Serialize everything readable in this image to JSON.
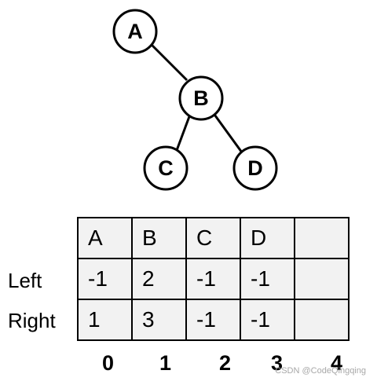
{
  "tree": {
    "nodes": [
      {
        "id": "A",
        "label": "A"
      },
      {
        "id": "B",
        "label": "B"
      },
      {
        "id": "C",
        "label": "C"
      },
      {
        "id": "D",
        "label": "D"
      }
    ],
    "edges": [
      {
        "from": "A",
        "to": "B"
      },
      {
        "from": "B",
        "to": "C"
      },
      {
        "from": "B",
        "to": "D"
      }
    ]
  },
  "table": {
    "row_labels": {
      "left": "Left",
      "right": "Right"
    },
    "columns": [
      {
        "index": "0",
        "value": "A",
        "left": "-1",
        "right": "1"
      },
      {
        "index": "1",
        "value": "B",
        "left": "2",
        "right": "3"
      },
      {
        "index": "2",
        "value": "C",
        "left": "-1",
        "right": "-1"
      },
      {
        "index": "3",
        "value": "D",
        "left": "-1",
        "right": "-1"
      },
      {
        "index": "4",
        "value": "",
        "left": "",
        "right": ""
      }
    ]
  },
  "watermark": "CSDN @CodeQingqing"
}
